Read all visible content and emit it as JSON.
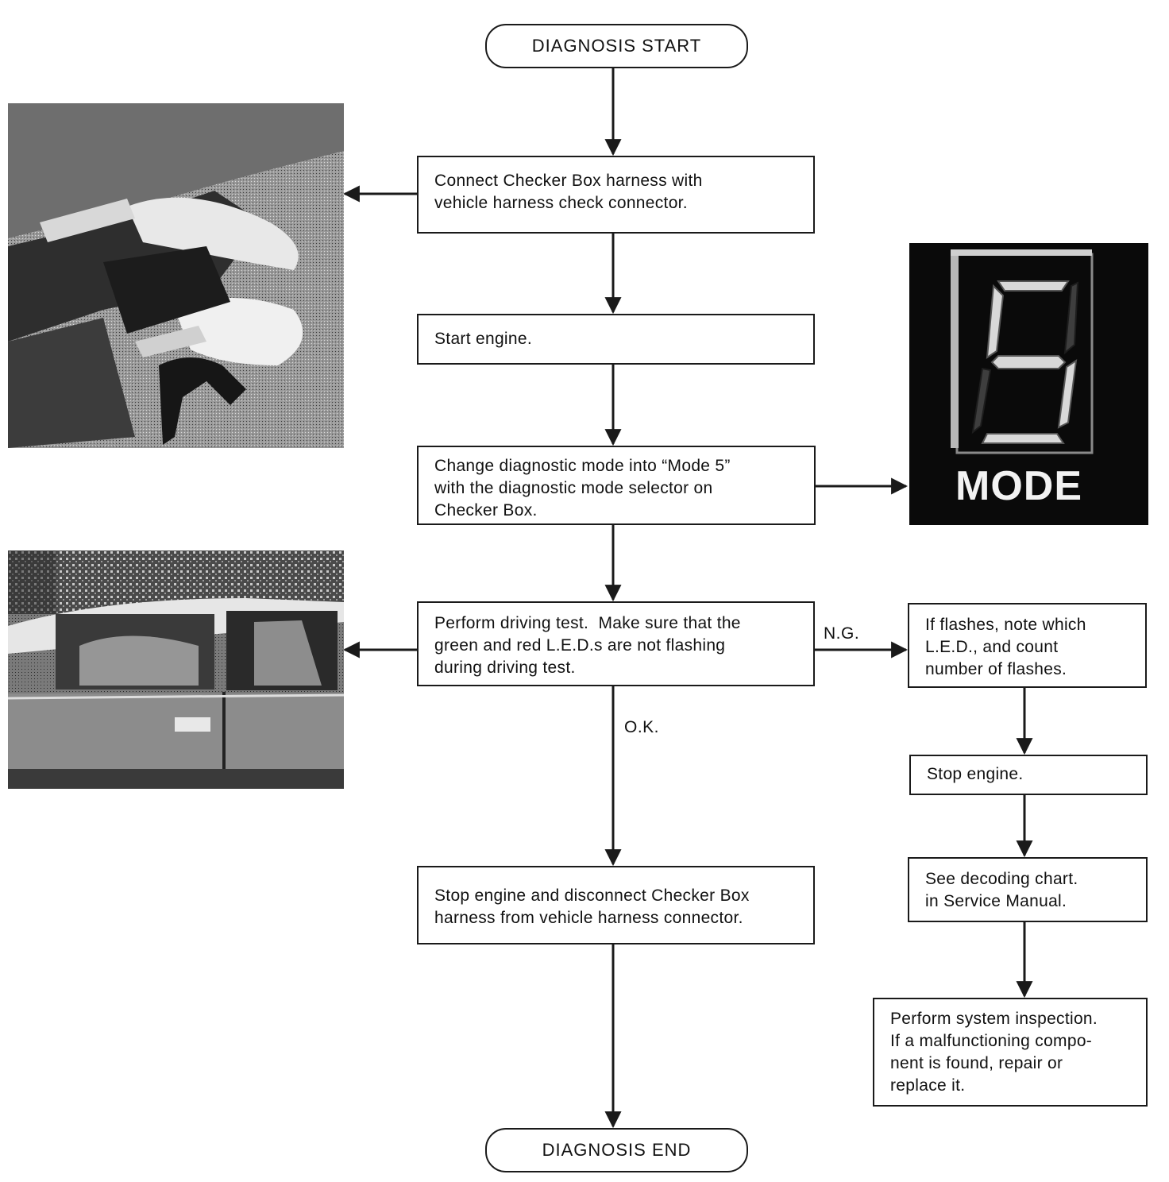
{
  "flowchart": {
    "start": "DIAGNOSIS START",
    "end": "DIAGNOSIS END",
    "steps": [
      {
        "id": "connect",
        "lines": [
          "Connect Checker Box harness with",
          "vehicle harness check connector."
        ]
      },
      {
        "id": "start-engine",
        "lines": [
          "Start engine."
        ]
      },
      {
        "id": "change-mode",
        "lines": [
          "Change diagnostic mode into “Mode 5”",
          "with the diagnostic mode selector on",
          "Checker Box."
        ]
      },
      {
        "id": "driving-test",
        "lines": [
          "Perform driving test.  Make sure that the",
          "green and red L.E.D.s are not flashing",
          "during driving test."
        ]
      },
      {
        "id": "stop-disconnect",
        "lines": [
          "Stop engine and disconnect Checker Box",
          "harness from vehicle harness connector."
        ]
      }
    ],
    "ng_branch": [
      {
        "id": "note-flashes",
        "lines": [
          "If flashes, note which",
          "L.E.D., and count",
          "number of flashes."
        ]
      },
      {
        "id": "stop-engine",
        "lines": [
          "Stop engine."
        ]
      },
      {
        "id": "decoding",
        "lines": [
          "See decoding chart.",
          "in Service Manual."
        ]
      },
      {
        "id": "inspection",
        "lines": [
          "Perform system inspection.",
          "If a malfunctioning compo-",
          "nent is found, repair or",
          "replace it."
        ]
      }
    ],
    "labels": {
      "ng": "N.G.",
      "ok": "O.K."
    }
  },
  "mode_display": {
    "digit": "5",
    "label": "MODE"
  },
  "colors": {
    "ink": "#1a1a1a",
    "paper": "#ffffff",
    "display_bg": "#0a0a0a"
  },
  "icons": [
    "arrow-right-icon",
    "arrow-left-icon",
    "arrow-down-icon"
  ]
}
